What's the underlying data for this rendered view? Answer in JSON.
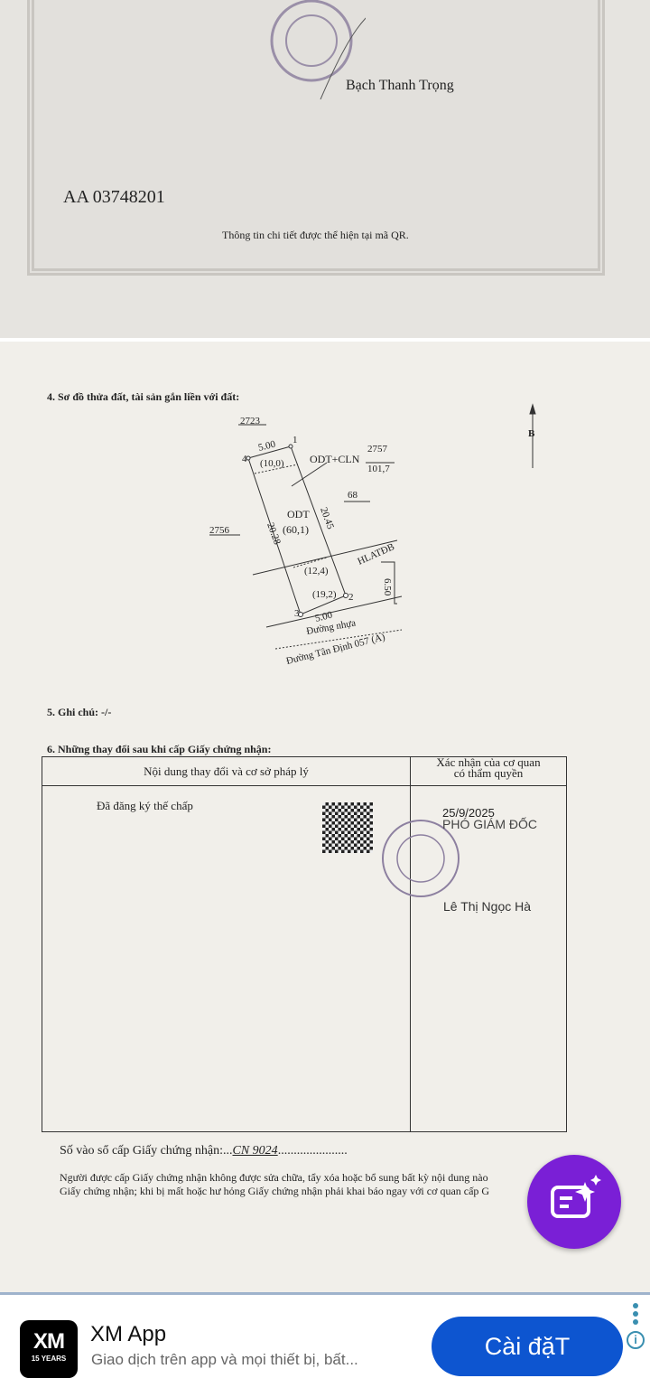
{
  "top_page": {
    "signer": "Bạch Thanh Trọng",
    "serial": "AA 03748201",
    "qr_note": "Thông tin chi tiết được thể hiện tại mã QR."
  },
  "section4": {
    "title": "4. Sơ đồ thửa đất, tài sản gắn liền với đất:",
    "labels": {
      "p2723": "2723",
      "p2756": "2756",
      "p2757": "2757",
      "area2757": "101,7",
      "p68": "68",
      "odt_cln": "ODT+CLN",
      "odt": "ODT",
      "odt_area": "(60,1)",
      "top_area": "(10,0)",
      "mid_area": "(12,4)",
      "bot_area": "(19,2)",
      "side_top": "5.00",
      "side_bot": "5.00",
      "side_left": "20.28",
      "side_right": "20.45",
      "hlatdb": "HLATĐB",
      "dist": "6.50",
      "pt1": "1",
      "pt2": "2",
      "pt3": "3",
      "pt4": "4",
      "road1": "Đường nhựa",
      "road2": "Đường Tân Định 057 (A)",
      "north": "B"
    }
  },
  "section5": {
    "title": "5. Ghi chú: -/-"
  },
  "section6": {
    "title": "6. Những thay đổi sau khi cấp Giấy chứng nhận:",
    "col1": "Nội dung thay đổi và cơ sở pháp lý",
    "col2a": "Xác nhận của cơ quan",
    "col2b": "có thẩm quyền",
    "entry": "Đã đăng ký thế chấp",
    "date": "25/9/2025",
    "position": "PHÓ GIÁM ĐỐC",
    "officer": "Lê Thị Ngọc Hà"
  },
  "register": {
    "label": "Số vào sổ cấp Giấy chứng nhận:...",
    "number": "CN 9024",
    "dots": "......................"
  },
  "notice": {
    "line1": "Người được cấp Giấy chứng nhận không được sửa chữa, tẩy xóa hoặc bổ sung bất kỳ nội dung nào",
    "line2": "Giấy chứng nhận; khi bị mất hoặc hư hỏng Giấy chứng nhận phải khai báo ngay với cơ quan cấp G"
  },
  "ad": {
    "app_name": "XM App",
    "logo": "XM",
    "logo_sub": "15 YEARS",
    "description": "Giao dịch trên app và mọi thiết bị, bất...",
    "install": "Cài đặT",
    "accent": "#0d55d0"
  },
  "fab": {
    "icon": "ai-chat-sparkle-icon",
    "color": "#7a1fd6"
  }
}
